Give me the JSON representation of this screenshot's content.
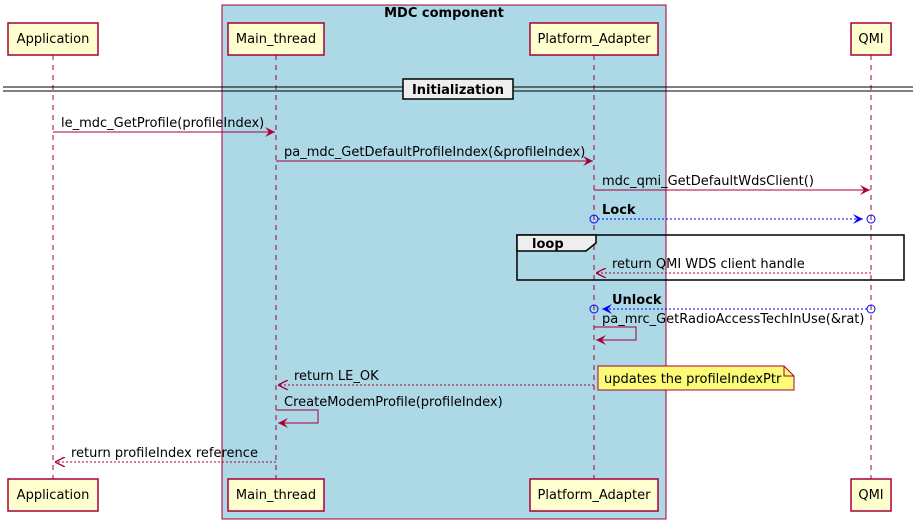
{
  "box": {
    "title": "MDC component"
  },
  "participants": [
    {
      "id": "app",
      "label": "Application"
    },
    {
      "id": "main",
      "label": "Main_thread"
    },
    {
      "id": "pa",
      "label": "Platform_Adapter"
    },
    {
      "id": "qmi",
      "label": "QMI"
    }
  ],
  "divider": {
    "label": "Initialization"
  },
  "messages": [
    {
      "id": "m1",
      "from": "app",
      "to": "main",
      "label": "le_mdc_GetProfile(profileIndex)",
      "style": "sync"
    },
    {
      "id": "m2",
      "from": "main",
      "to": "pa",
      "label": "pa_mdc_GetDefaultProfileIndex(&profileIndex)",
      "style": "sync"
    },
    {
      "id": "m3",
      "from": "pa",
      "to": "qmi",
      "label": "mdc_qmi_GetDefaultWdsClient()",
      "style": "sync"
    },
    {
      "id": "m4",
      "from": "pa",
      "to": "qmi",
      "label": "Lock",
      "style": "lock",
      "bold": true
    },
    {
      "id": "m5",
      "from": "qmi",
      "to": "pa",
      "label": "return QMI WDS client handle",
      "style": "return"
    },
    {
      "id": "m6",
      "from": "qmi",
      "to": "pa",
      "label": "Unlock",
      "style": "lock",
      "bold": true
    },
    {
      "id": "m7",
      "from": "pa",
      "to": "pa",
      "label": "pa_mrc_GetRadioAccessTechInUse(&rat)",
      "style": "self"
    },
    {
      "id": "m8",
      "from": "pa",
      "to": "main",
      "label": "return LE_OK",
      "style": "return"
    },
    {
      "id": "m9",
      "from": "main",
      "to": "main",
      "label": "CreateModemProfile(profileIndex)",
      "style": "self"
    },
    {
      "id": "m10",
      "from": "main",
      "to": "app",
      "label": "return profileIndex reference",
      "style": "return"
    }
  ],
  "loop": {
    "label": "loop"
  },
  "note": {
    "text": "updates the profileIndexPtr"
  },
  "colors": {
    "participant_fill": "#FEFECE",
    "participant_border": "#A80036",
    "box_fill": "#ADD8E6",
    "arrow": "#A80036",
    "lock_arrow": "#0000FF",
    "note_fill": "#FBFB77",
    "loop_header_fill": "#EEEEEE"
  }
}
